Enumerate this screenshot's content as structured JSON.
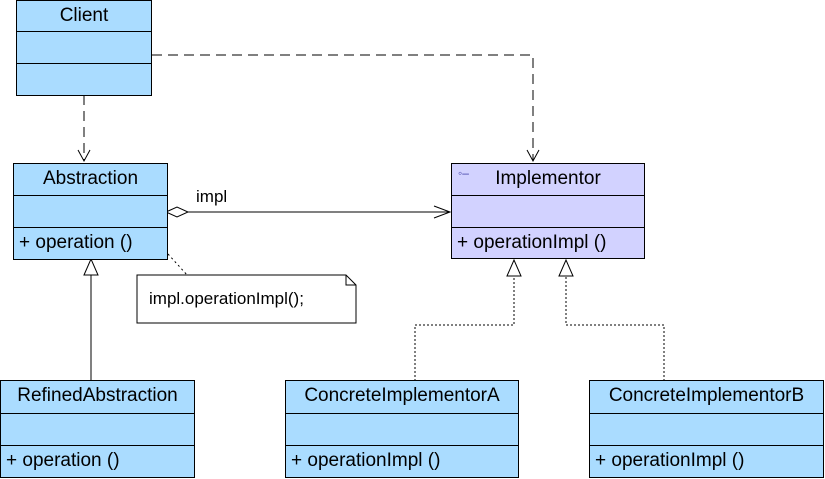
{
  "classes": {
    "client": {
      "name": "Client",
      "ops": ""
    },
    "abstraction": {
      "name": "Abstraction",
      "ops": "+  operation ()"
    },
    "implementor": {
      "name": "Implementor",
      "ops": "+ operationImpl ()",
      "stereotype_icon": "interface-icon"
    },
    "refined": {
      "name": "RefinedAbstraction",
      "ops": "+  operation ()"
    },
    "concreteA": {
      "name": "ConcreteImplementorA",
      "ops": "+  operationImpl ()"
    },
    "concreteB": {
      "name": "ConcreteImplementorB",
      "ops": "+  operationImpl ()"
    }
  },
  "relations": {
    "aggregation_label": "impl",
    "note_text": "impl.operationImpl();"
  },
  "colors": {
    "class_fill": "#aadcff",
    "interface_fill": "#d2d2ff",
    "line": "#000000",
    "background": "#ffffff"
  }
}
